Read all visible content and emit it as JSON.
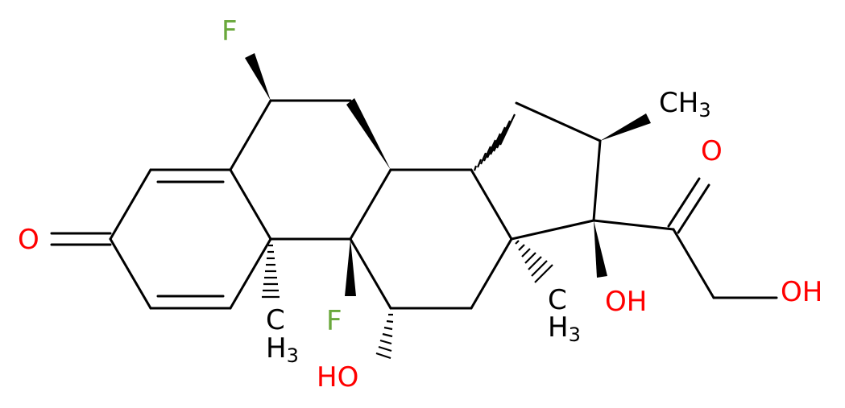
{
  "molecule": {
    "colors": {
      "bond": "#000000",
      "oxygen": "#ff0000",
      "fluorine": "#6aa83c",
      "carbon": "#000000"
    },
    "labels": {
      "f6": "F",
      "f9": "F",
      "ketone_o3": "O",
      "ketone_o20": "O",
      "oh11": "HO",
      "oh17": "OH",
      "oh21": "OH",
      "ch3_16": "CH",
      "ch3_16_sub": "3",
      "ch3_10_c": "C",
      "ch3_10_h": "H",
      "ch3_10_sub": "3",
      "ch3_13_c": "C",
      "ch3_13_h": "H",
      "ch3_13_sub": "3"
    }
  }
}
